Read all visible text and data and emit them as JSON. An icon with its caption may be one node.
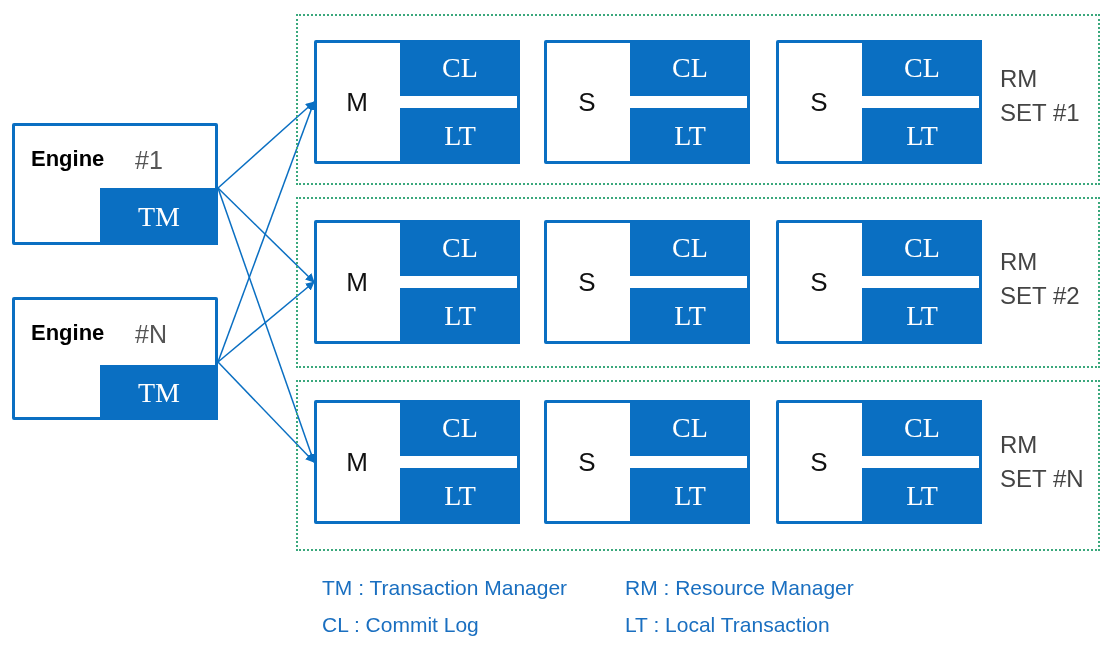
{
  "diagram": {
    "nodes": [
      {
        "text": [
          "Engine",
          "#1"
        ]
      },
      {
        "text": [
          "TM"
        ],
        "in": 0
      },
      {
        "text": [
          "Engine",
          "#N"
        ]
      },
      {
        "text": [
          "TM"
        ],
        "in": 2
      },
      {
        "text": [
          "RM SET #1"
        ]
      },
      {
        "text": [
          "M"
        ],
        "in": 4
      },
      {
        "text": [
          "CL"
        ],
        "in": 5
      },
      {
        "text": [
          "LT"
        ],
        "in": 5
      },
      {
        "text": [
          "S"
        ],
        "in": 4
      },
      {
        "text": [
          "CL"
        ],
        "in": 8
      },
      {
        "text": [
          "LT"
        ],
        "in": 8
      },
      {
        "text": [
          "S"
        ],
        "in": 4
      },
      {
        "text": [
          "CL"
        ],
        "in": 11
      },
      {
        "text": [
          "LT"
        ],
        "in": 11
      },
      {
        "text": [
          "RM SET #2"
        ]
      },
      {
        "text": [
          "M"
        ],
        "in": 14
      },
      {
        "text": [
          "CL"
        ],
        "in": 15
      },
      {
        "text": [
          "LT"
        ],
        "in": 15
      },
      {
        "text": [
          "S"
        ],
        "in": 14
      },
      {
        "text": [
          "CL"
        ],
        "in": 18
      },
      {
        "text": [
          "LT"
        ],
        "in": 18
      },
      {
        "text": [
          "S"
        ],
        "in": 14
      },
      {
        "text": [
          "CL"
        ],
        "in": 21
      },
      {
        "text": [
          "LT"
        ],
        "in": 21
      },
      {
        "text": [
          "RM SET #N"
        ]
      },
      {
        "text": [
          "M"
        ],
        "in": 24
      },
      {
        "text": [
          "CL"
        ],
        "in": 25
      },
      {
        "text": [
          "LT"
        ],
        "in": 25
      },
      {
        "text": [
          "S"
        ],
        "in": 24
      },
      {
        "text": [
          "CL"
        ],
        "in": 28
      },
      {
        "text": [
          "LT"
        ],
        "in": 28
      },
      {
        "text": [
          "S"
        ],
        "in": 24
      },
      {
        "text": [
          "CL"
        ],
        "in": 31
      },
      {
        "text": [
          "LT"
        ],
        "in": 31
      }
    ],
    "edges": [
      {
        "from": 0,
        "to": 5,
        "arrow": "to"
      },
      {
        "from": 0,
        "to": 15,
        "arrow": "to"
      },
      {
        "from": 0,
        "to": 25,
        "arrow": "to"
      },
      {
        "from": 2,
        "to": 5,
        "arrow": "to"
      },
      {
        "from": 2,
        "to": 15,
        "arrow": "to"
      },
      {
        "from": 2,
        "to": 25,
        "arrow": "to"
      }
    ],
    "labels": [
      "TM : Transaction Manager",
      "RM : Resource Manager",
      "CL : Commit Log",
      "LT : Local Transaction"
    ]
  }
}
